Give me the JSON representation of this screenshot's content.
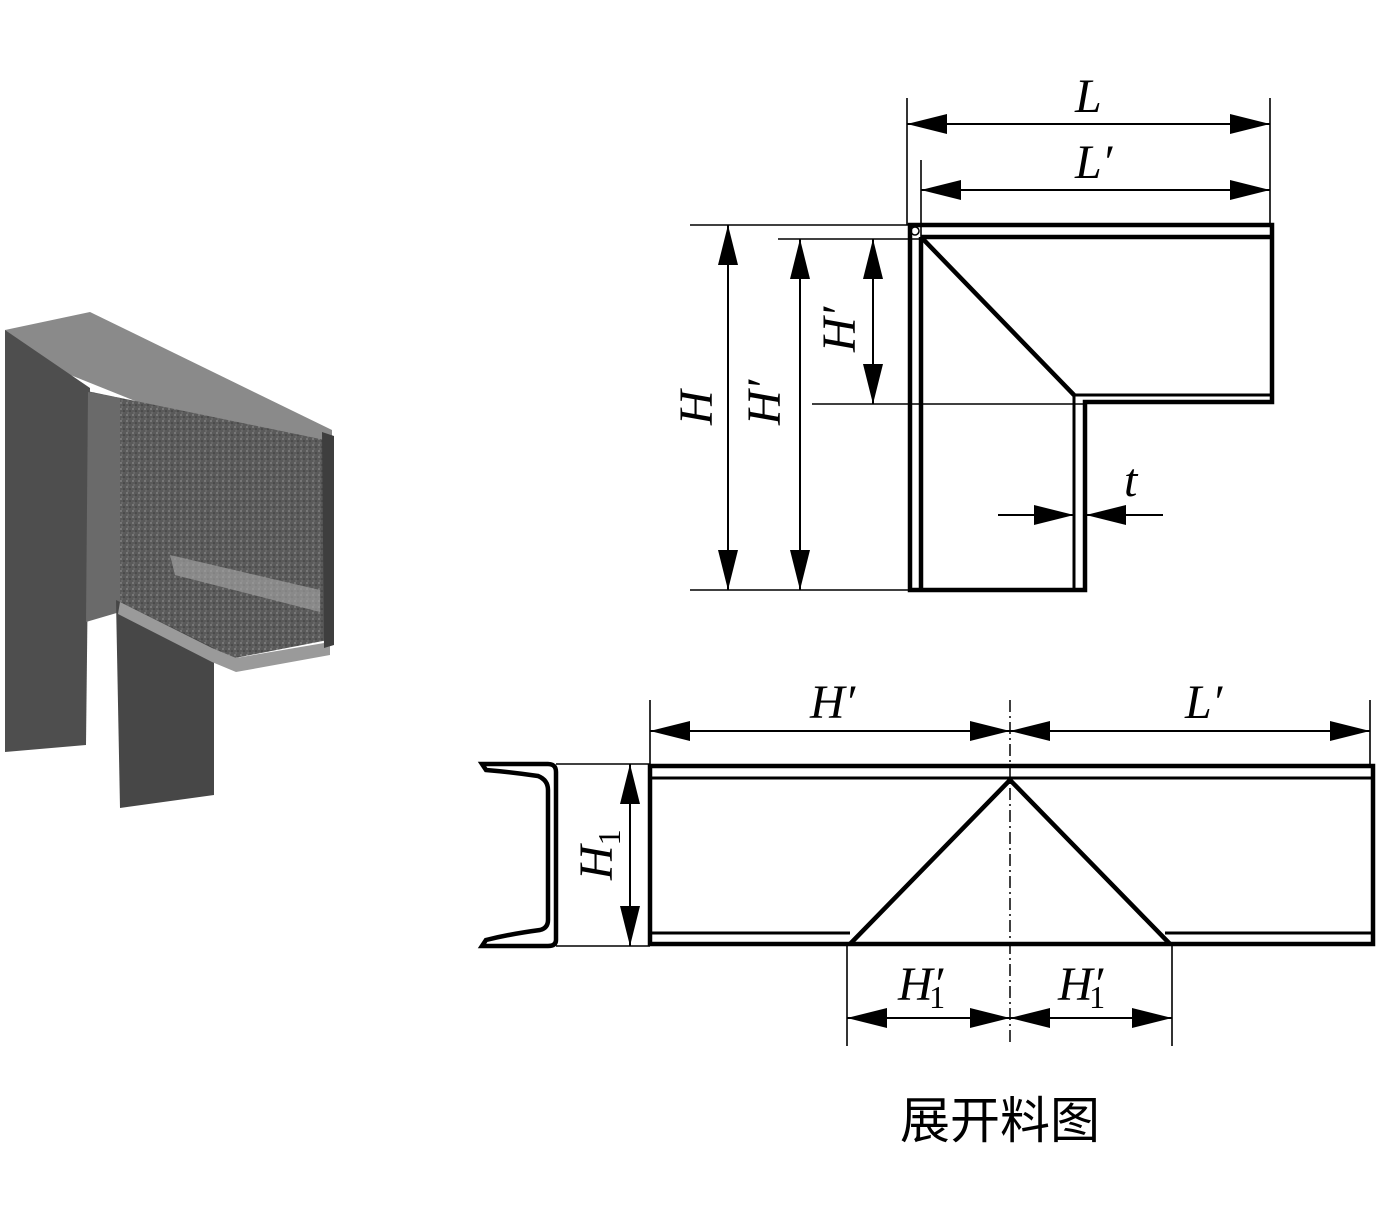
{
  "labels": {
    "L": "L",
    "L_prime": "L′",
    "H": "H",
    "H_prime_outer": "H′",
    "H_prime_inner": "H′",
    "t": "t",
    "bottom_H_prime": "H′",
    "bottom_L_prime": "L′",
    "H1_main": "H",
    "H1_sub": "1",
    "H1p_left_main": "H′",
    "H1p_left_sub": "1",
    "H1p_right_main": "H′",
    "H1p_right_sub": "1"
  },
  "caption": "展开料图"
}
